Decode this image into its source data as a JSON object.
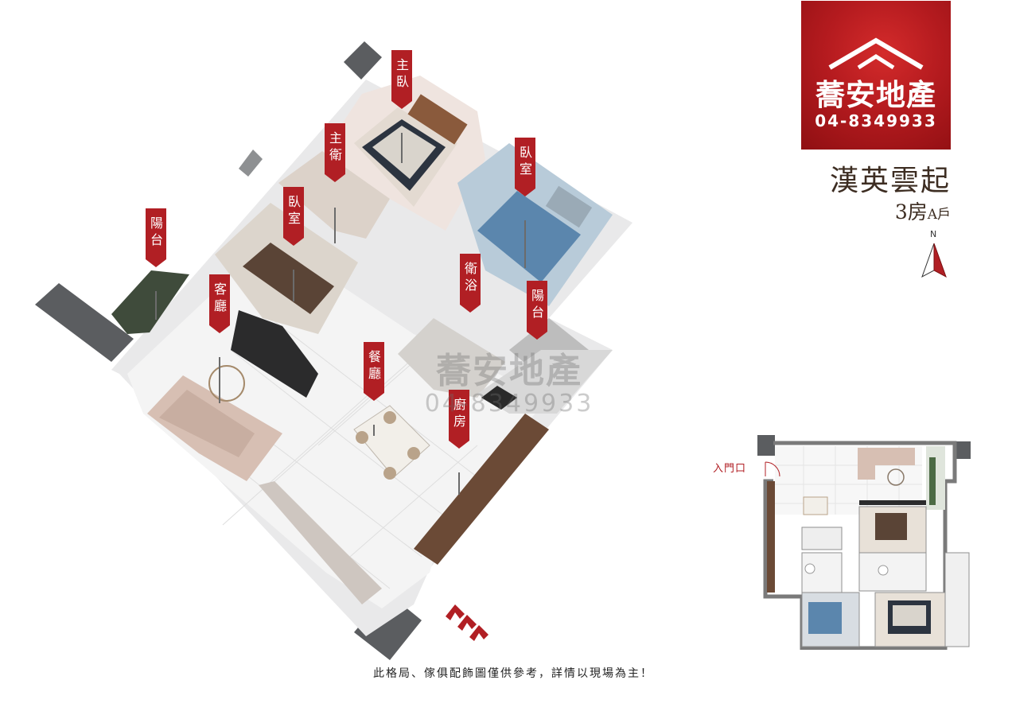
{
  "brand": {
    "name": "蕎安地產",
    "phone": "04-8349933"
  },
  "project": {
    "name": "漢英雲起",
    "unit_main": "3房",
    "unit_suffix": "A戶"
  },
  "compass": {
    "label": "N"
  },
  "rooms": [
    {
      "id": "master-bedroom",
      "label": "主臥"
    },
    {
      "id": "master-bath",
      "label": "主衛"
    },
    {
      "id": "bedroom-right",
      "label": "臥室"
    },
    {
      "id": "bedroom-left",
      "label": "臥室"
    },
    {
      "id": "balcony-left",
      "label": "陽台"
    },
    {
      "id": "living-room",
      "label": "客廳"
    },
    {
      "id": "bathroom",
      "label": "衛浴"
    },
    {
      "id": "balcony-right",
      "label": "陽台"
    },
    {
      "id": "dining-room",
      "label": "餐廳"
    },
    {
      "id": "kitchen",
      "label": "廚房"
    }
  ],
  "watermark": {
    "name": "蕎安地產",
    "phone": "04-8349933"
  },
  "mini_plan": {
    "entry_label": "入門口"
  },
  "disclaimer": "此格局、傢俱配飾圖僅供參考，詳情以現場為主！",
  "colors": {
    "accent": "#b11f24",
    "brand_dark": "#8f0f12"
  }
}
